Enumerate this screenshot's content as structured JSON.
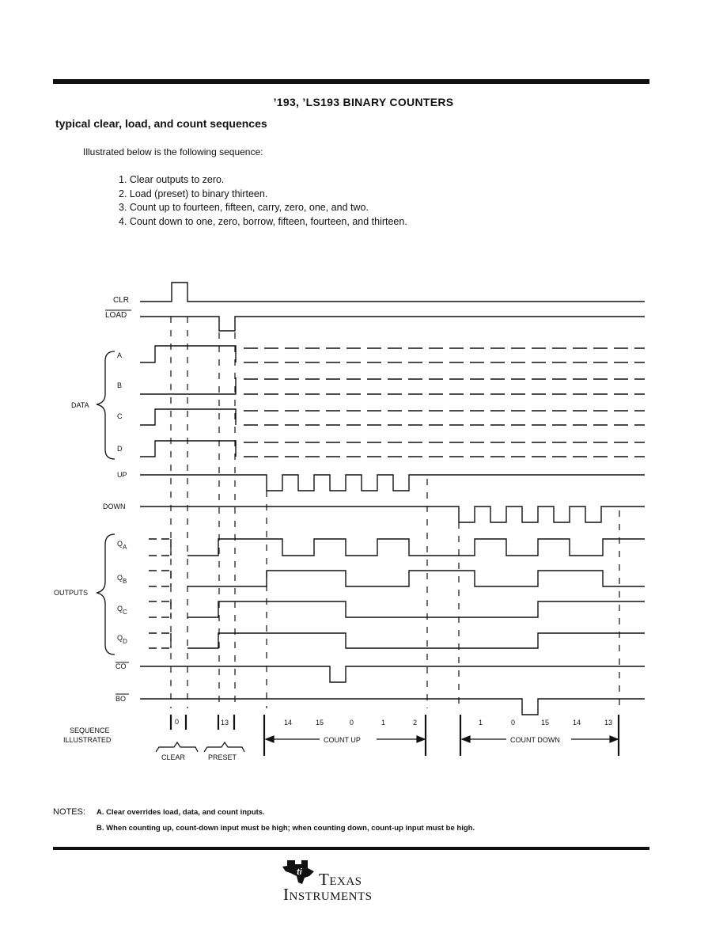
{
  "header": {
    "title": "’193, ’LS193 BINARY COUNTERS"
  },
  "section": {
    "heading": "typical clear, load, and count sequences",
    "intro": "Illustrated below is the following sequence:",
    "steps": [
      "1.  Clear outputs to zero.",
      "2.  Load (preset) to binary thirteen.",
      "3.  Count up to fourteen, fifteen, carry, zero, one, and two.",
      "4.  Count down to one, zero, borrow, fifteen, fourteen, and thirteen."
    ]
  },
  "diagram": {
    "signals": {
      "clr": "CLR",
      "load": "LOAD",
      "a": "A",
      "b": "B",
      "c": "C",
      "d": "D",
      "up": "UP",
      "down": "DOWN",
      "qa": "Q",
      "qa_sub": "A",
      "qb": "Q",
      "qb_sub": "B",
      "qc": "Q",
      "qc_sub": "C",
      "qd": "Q",
      "qd_sub": "D",
      "co": "CO",
      "bo": "BO"
    },
    "group_labels": {
      "data": "DATA",
      "outputs": "OUTPUTS"
    },
    "sequence_label_1": "SEQUENCE",
    "sequence_label_2": "ILLUSTRATED",
    "clear_value": "0",
    "preset_value": "13",
    "count_up_values": [
      "14",
      "15",
      "0",
      "1",
      "2"
    ],
    "count_down_values": [
      "1",
      "0",
      "15",
      "14",
      "13"
    ],
    "count_up_label": "COUNT UP",
    "count_down_label": "COUNT DOWN",
    "clear_label": "CLEAR",
    "preset_label": "PRESET"
  },
  "notes": {
    "label": "NOTES:",
    "a": "A.  Clear overrides load, data, and count inputs.",
    "b": "B.  When counting up, count-down input must be high; when counting down, count-up input must be high."
  },
  "footer": {
    "logo_line1": "Texas",
    "logo_line2": "Instruments"
  }
}
